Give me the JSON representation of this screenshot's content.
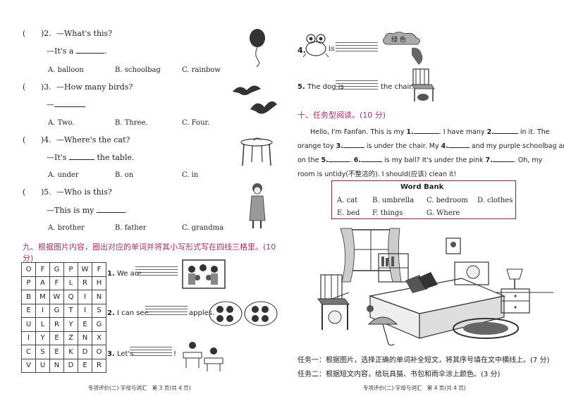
{
  "left": {
    "q2": {
      "num": ")2.",
      "q": "—What's this?",
      "answer": "—It's a",
      "a": "A. balloon",
      "b": "B. schoolbag",
      "c": "C. rainbow"
    },
    "q3": {
      "num": ")3.",
      "q": "—How many birds?",
      "answer": "—",
      "a": "A. Two.",
      "b": "B. Three.",
      "c": "C. Four."
    },
    "q4": {
      "num": ")4.",
      "q": "—Where's the cat?",
      "answer_pre": "—It's",
      "answer_post": "the table.",
      "a": "A. under",
      "b": "B. on",
      "c": "C. in"
    },
    "q5": {
      "num": ")5.",
      "q": "—Who is this?",
      "answer": "—This is my",
      "a": "A. brother",
      "b": "B. father",
      "c": "C. grandma"
    },
    "open_paren": "(",
    "section9_title": "九、根据图片内容，圈出对应的单词并将其小写形式写在四线三格里。(10 分)",
    "grid": [
      [
        "O",
        "F",
        "G",
        "P",
        "W",
        "F"
      ],
      [
        "P",
        "A",
        "F",
        "L",
        "R",
        "H"
      ],
      [
        "B",
        "M",
        "W",
        "Q",
        "I",
        "N"
      ],
      [
        "E",
        "I",
        "G",
        "T",
        "I",
        "S"
      ],
      [
        "U",
        "L",
        "R",
        "Y",
        "E",
        "G"
      ],
      [
        "I",
        "Y",
        "E",
        "Z",
        "N",
        "X"
      ],
      [
        "C",
        "S",
        "E",
        "K",
        "D",
        "O"
      ],
      [
        "V",
        "U",
        "N",
        "D",
        "E",
        "R"
      ]
    ],
    "s1": {
      "num": "1.",
      "text": "We are"
    },
    "s2": {
      "num": "2.",
      "text": "I can see",
      "post": "apples."
    },
    "s3": {
      "num": "3.",
      "text": "Let's",
      "post": "!"
    },
    "footer": "专项评价(二)·字母与词汇　第 3 页(共 4 页)"
  },
  "right": {
    "q4": {
      "num": "4.",
      "mid": "is",
      "label": "绿 色"
    },
    "q5": {
      "num": "5.",
      "pre": "The dog is",
      "post": "the chair."
    },
    "section10_title": "十、任务型阅读。(10 分)",
    "passage": {
      "l1a": "Hello, I'm Fanfan. This is my",
      "n1": "1.",
      "l1b": ". I have many",
      "n2": "2.",
      "l1c": "in it. The",
      "l2a": "orange toy",
      "n3": "3.",
      "l2b": "is under the chair. My",
      "n4": "4.",
      "l2c": "and my purple schoolbag are",
      "l3a": "on the",
      "n5": "5.",
      "n6": "6.",
      "l3b": "is my ball? It's under the pink",
      "n7": "7.",
      "l3c": ". Oh, my",
      "l4": "room is untidy(不整洁的). I should(应该) clean it!"
    },
    "word_bank": {
      "title": "Word Bank",
      "items": [
        "A. cat",
        "B. umbrella",
        "C. bedroom",
        "D. clothes",
        "E. bed",
        "F. things",
        "G. Where"
      ]
    },
    "task1": "任务一：根据图片，选择正确的单词补全短文，将其序号填在文中横线上。(7 分)",
    "task2": "任务二：根据短文内容，给玩具猫、书包和雨伞涂上颜色。(3 分)",
    "footer": "专项评价(二)·字母与词汇　第 4 页(共 4 页)"
  }
}
